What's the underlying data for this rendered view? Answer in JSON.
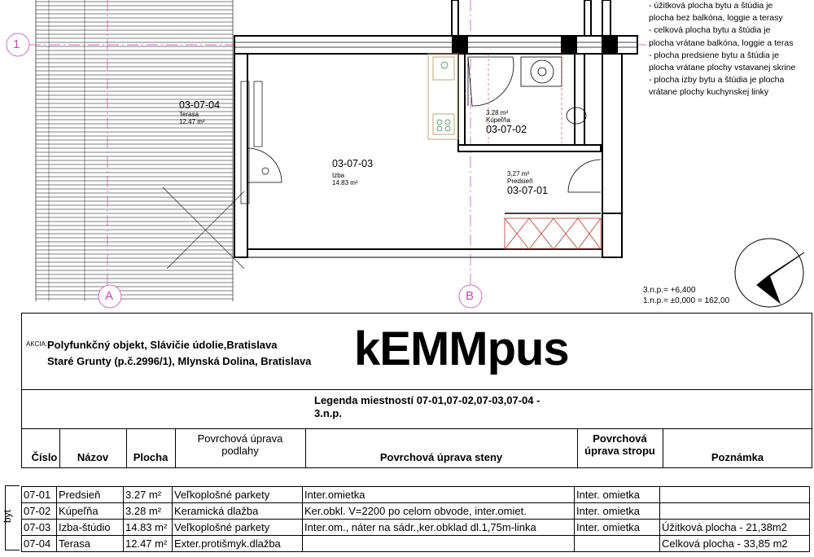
{
  "notes": [
    "- úžitková plocha bytu a štúdia je",
    "plocha bez balkóna, loggie a terasy",
    "- celková plocha bytu a štúdia je",
    "plocha vrátane balkóna, loggie a teras",
    "- plocha predsiene bytu a štúdia je",
    "plocha vrátane plochy vstavanej skrine",
    "- plocha izby bytu a štúdia je plocha",
    "vrátane plochy kuchynskej linky"
  ],
  "rooms": {
    "terasa": {
      "code": "03-07-04",
      "name": "Terasa",
      "area": "12.47 m²"
    },
    "izba": {
      "code": "03-07-03",
      "name": "Izba",
      "area": "14.83 m²"
    },
    "kupelna": {
      "code": "03-07-02",
      "name": "Kúpeľňa",
      "area": "3.28 m²"
    },
    "predsien": {
      "code": "03-07-01",
      "name": "Predsieň",
      "area": "3,27 m²"
    }
  },
  "grid_labels": {
    "one": "1",
    "a": "A",
    "b": "B"
  },
  "levels": [
    "3.n.p.= +6,400",
    "1.n.p.= ±0,000  = 162,00"
  ],
  "title_block": {
    "akcia_label": "AKCIA:",
    "project_line1": "Polyfunkčný objekt, Slávičie údolie,Bratislava",
    "project_line2": "Staré Grunty (p.č.2996/1), Mlynská Dolina, Bratislava",
    "logo": "kEMMpus",
    "legend_line1": "Legenda miestností 07-01,07-02,07-03,07-04 -",
    "legend_line2": "3.n.p."
  },
  "headers": {
    "cislo": "Číslo",
    "nazov": "Názov",
    "plocha": "Plocha",
    "podlaha": "Povrchová úprava podlahy",
    "steny": "Povrchová úprava steny",
    "strop": "Povrchová úprava stropu",
    "poznamka": "Poznámka"
  },
  "byt_label": "byt",
  "rows": [
    {
      "cislo": "07-01",
      "nazov": "Predsieň",
      "plocha": "3.27 m²",
      "podlaha": "Veľkoplošné parkety",
      "steny": "Inter.omietka",
      "strop": "Inter. omietka",
      "poznamka": ""
    },
    {
      "cislo": "07-02",
      "nazov": "Kúpeľňa",
      "plocha": "3.28 m²",
      "podlaha": "Keramická dlažba",
      "steny": "Ker.obkl. V=2200 po celom obvode, inter.omiet.",
      "strop": "Inter. omietka",
      "poznamka": ""
    },
    {
      "cislo": "07-03",
      "nazov": "Izba-štúdio",
      "plocha": "14.83 m²",
      "podlaha": "Veľkoplošné parkety",
      "steny": "Inter.om., náter na sádr.,ker.obklad dl.1,75m-linka",
      "strop": "Inter. omietka",
      "poznamka": "Úžitková plocha - 21,38m2"
    },
    {
      "cislo": "07-04",
      "nazov": "Terasa",
      "plocha": "12.47 m²",
      "podlaha": "Exter.protišmyk.dlažba",
      "steny": "",
      "strop": "",
      "poznamka": "Celková plocha - 33,85 m2"
    }
  ]
}
